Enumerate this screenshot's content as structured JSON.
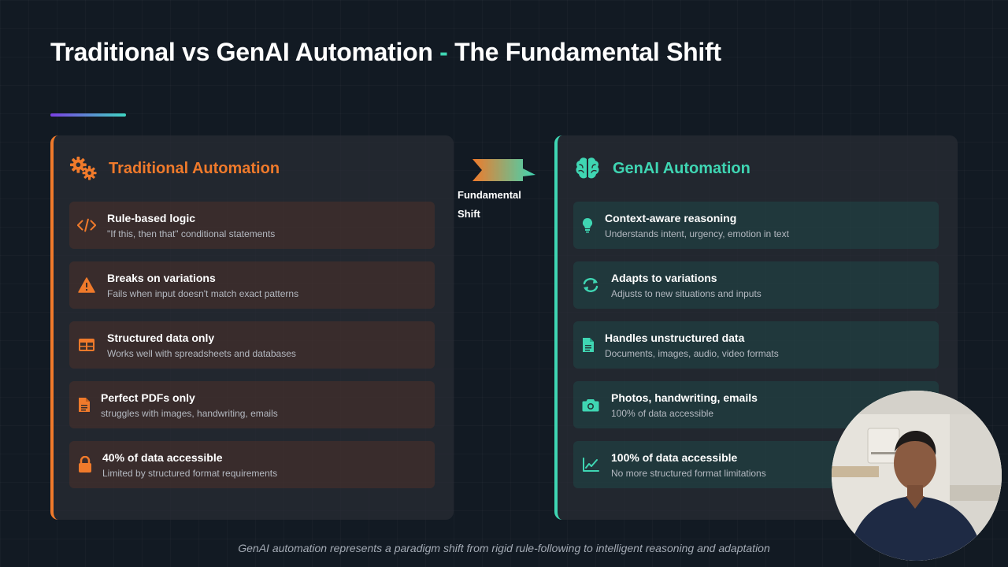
{
  "slide": {
    "title_part1": "Traditional vs GenAI Automation",
    "title_sep": " - ",
    "title_part2": "The Fundamental Shift",
    "shift_label_line1": "Fundamental",
    "shift_label_line2": "Shift",
    "footer": "GenAI automation represents a paradigm shift from rigid rule-following to intelligent reasoning and adaptation"
  },
  "colors": {
    "traditional_accent": "#f07a2b",
    "genai_accent": "#3fd6b3",
    "background": "#121a23"
  },
  "traditional": {
    "title": "Traditional Automation",
    "icon": "gears-icon",
    "items": [
      {
        "icon": "code-icon",
        "title": "Rule-based logic",
        "desc": "\"If this, then that\" conditional statements"
      },
      {
        "icon": "warning-icon",
        "title": "Breaks on variations",
        "desc": "Fails when input doesn't match exact patterns"
      },
      {
        "icon": "table-icon",
        "title": "Structured data only",
        "desc": "Works well with spreadsheets and databases"
      },
      {
        "icon": "file-icon",
        "title": "Perfect PDFs only",
        "desc": "struggles with images, handwriting, emails"
      },
      {
        "icon": "lock-icon",
        "title": "40% of data accessible",
        "desc": "Limited by structured format requirements"
      }
    ]
  },
  "genai": {
    "title": "GenAI Automation",
    "icon": "brain-icon",
    "items": [
      {
        "icon": "lightbulb-icon",
        "title": "Context-aware reasoning",
        "desc": "Understands intent, urgency, emotion in text"
      },
      {
        "icon": "sync-icon",
        "title": "Adapts to variations",
        "desc": "Adjusts to new situations and inputs"
      },
      {
        "icon": "document-icon",
        "title": "Handles unstructured data",
        "desc": "Documents, images, audio, video formats"
      },
      {
        "icon": "camera-icon",
        "title": "Photos, handwriting, emails",
        "desc": "100% of data accessible"
      },
      {
        "icon": "chart-line-icon",
        "title": "100% of data accessible",
        "desc": "No more structured format limitations"
      }
    ]
  }
}
